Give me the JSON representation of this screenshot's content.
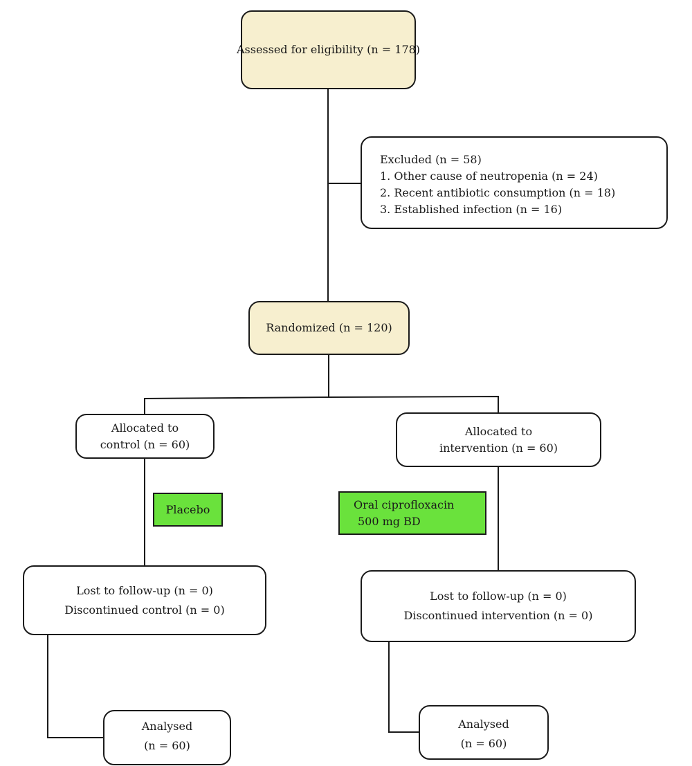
{
  "assessed": {
    "text": "Assessed for eligibility (n = 178)"
  },
  "excluded": {
    "title": "Excluded (n = 58)",
    "items": [
      "1. Other cause of neutropenia (n = 24)",
      "2. Recent antibiotic consumption (n = 18)",
      "3. Established infection (n = 16)"
    ]
  },
  "randomized": {
    "text": "Randomized (n = 120)"
  },
  "control": {
    "allocated": [
      "Allocated to",
      "control (n = 60)"
    ],
    "treatment": "Placebo",
    "followup": [
      "Lost to follow-up (n = 0)",
      "Discontinued control (n = 0)"
    ],
    "analysed": [
      "Analysed",
      "(n = 60)"
    ]
  },
  "intervention": {
    "allocated": [
      "Allocated to",
      "intervention (n = 60)"
    ],
    "treatment": [
      "Oral ciprofloxacin",
      "500 mg BD"
    ],
    "followup": [
      "Lost to follow-up (n = 0)",
      "Discontinued intervention (n = 0)"
    ],
    "analysed": [
      "Analysed",
      "(n = 60)"
    ]
  },
  "colors": {
    "box_cream": "#f7efcf",
    "treatment_green": "#6ae23c",
    "stroke": "#1a1a1a"
  }
}
